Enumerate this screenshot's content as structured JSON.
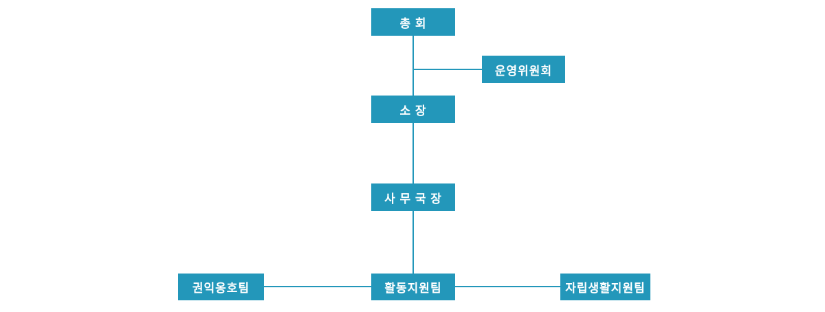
{
  "org_chart": {
    "accent_color": "#2397ba",
    "text_color": "#ffffff",
    "nodes": {
      "assembly": {
        "label": "총 회"
      },
      "committee": {
        "label": "운영위원회"
      },
      "director": {
        "label": "소 장"
      },
      "secretary": {
        "label": "사 무 국 장"
      },
      "advocacy": {
        "label": "권익옹호팀"
      },
      "activity": {
        "label": "활동지원팀"
      },
      "independent": {
        "label": "자립생활지원팀"
      }
    },
    "edges": [
      {
        "from": "assembly",
        "to": "director"
      },
      {
        "from": "assembly",
        "to": "committee",
        "type": "side-branch"
      },
      {
        "from": "director",
        "to": "secretary"
      },
      {
        "from": "secretary",
        "to": "activity"
      },
      {
        "from": "advocacy",
        "to": "activity"
      },
      {
        "from": "activity",
        "to": "independent"
      }
    ]
  }
}
